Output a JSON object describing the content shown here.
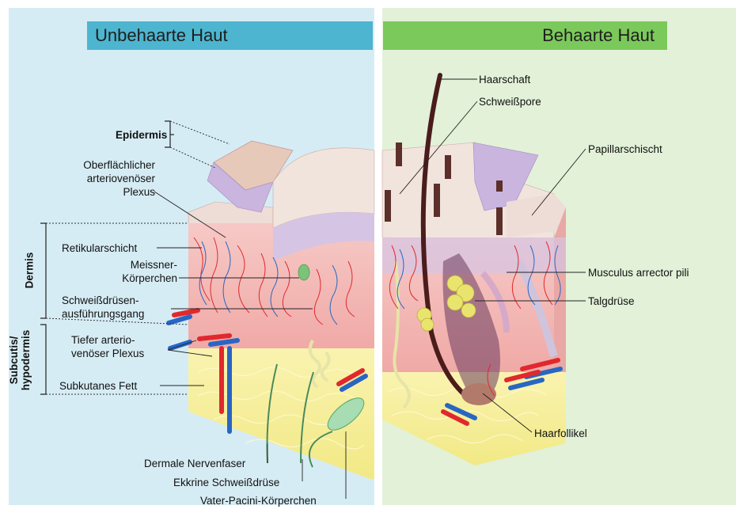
{
  "headers": {
    "left": "Unbehaarte Haut",
    "right": "Behaarte Haut"
  },
  "left_labels": {
    "epidermis": "Epidermis",
    "oberflaechlicher": [
      "Oberflächlicher",
      "arteriovenöser",
      "Plexus"
    ],
    "retikularschicht": "Retikularschicht",
    "meissner": [
      "Meissner-",
      "Körperchen"
    ],
    "schweissdruesengang": [
      "Schweißdrüsen-",
      "ausführungsgang"
    ],
    "tiefer": [
      "Tiefer arterio-",
      "venöser Plexus"
    ],
    "subkutanes": "Subkutanes Fett"
  },
  "layer_labels": {
    "dermis": "Dermis",
    "subcutis": [
      "Subcutis/",
      "hypodermis"
    ]
  },
  "bottom_labels": {
    "nervenfaser": "Dermale Nervenfaser",
    "ekkrine": "Ekkrine Schweißdrüse",
    "vater_pacini": "Vater-Pacini-Körperchen"
  },
  "right_labels": {
    "haarschaft": "Haarschaft",
    "schweisspore": "Schweißpore",
    "papillarschicht": "Papillarschischt",
    "musculus": "Musculus arrector pili",
    "talgdruese": "Talgdrüse",
    "haarfollikel": "Haarfollikel"
  },
  "colors": {
    "left_bg": "#d6ecf4",
    "right_bg": "#e2f1d8",
    "left_header": "#4db5cf",
    "right_header": "#7bc95b",
    "dermis": "#f2b9b9",
    "fat": "#f6f0a0",
    "epidermis": "#c9b5dd",
    "artery": "#e0282e",
    "vein": "#2866c4"
  }
}
